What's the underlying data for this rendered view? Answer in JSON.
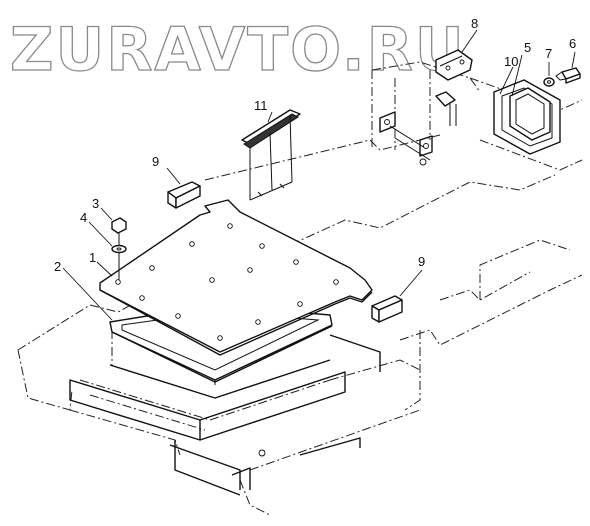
{
  "watermark": "ZURAVTO.RU",
  "callouts": {
    "c1": "1",
    "c2": "2",
    "c3": "3",
    "c4": "4",
    "c5": "5",
    "c6": "6",
    "c7": "7",
    "c8": "8",
    "c9a": "9",
    "c9b": "9",
    "c10": "10",
    "c11": "11"
  }
}
